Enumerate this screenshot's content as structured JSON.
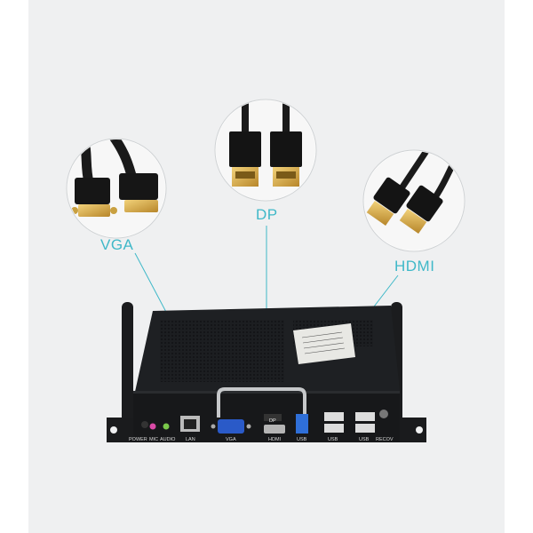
{
  "callouts": {
    "vga": "VGA",
    "dp": "DP",
    "hdmi": "HDMI"
  },
  "ports": {
    "power": "POWER",
    "mic": "MIC",
    "audio": "AUDIO",
    "lan": "LAN",
    "vga": "VGA",
    "dp": "DP",
    "hdmi": "HDMI",
    "usb1": "USB",
    "usb2": "USB",
    "usb3": "USB",
    "recovery": "RECOV"
  },
  "colors": {
    "background": "#eff0f1",
    "callout_line": "#3fb8c8",
    "device_body": "#1d1f22",
    "connector_gold": "#d4a640"
  },
  "icons": {
    "vga_cable": "vga-cable-icon",
    "dp_cable": "displayport-cable-icon",
    "hdmi_cable": "hdmi-cable-icon",
    "antenna": "antenna-icon"
  }
}
